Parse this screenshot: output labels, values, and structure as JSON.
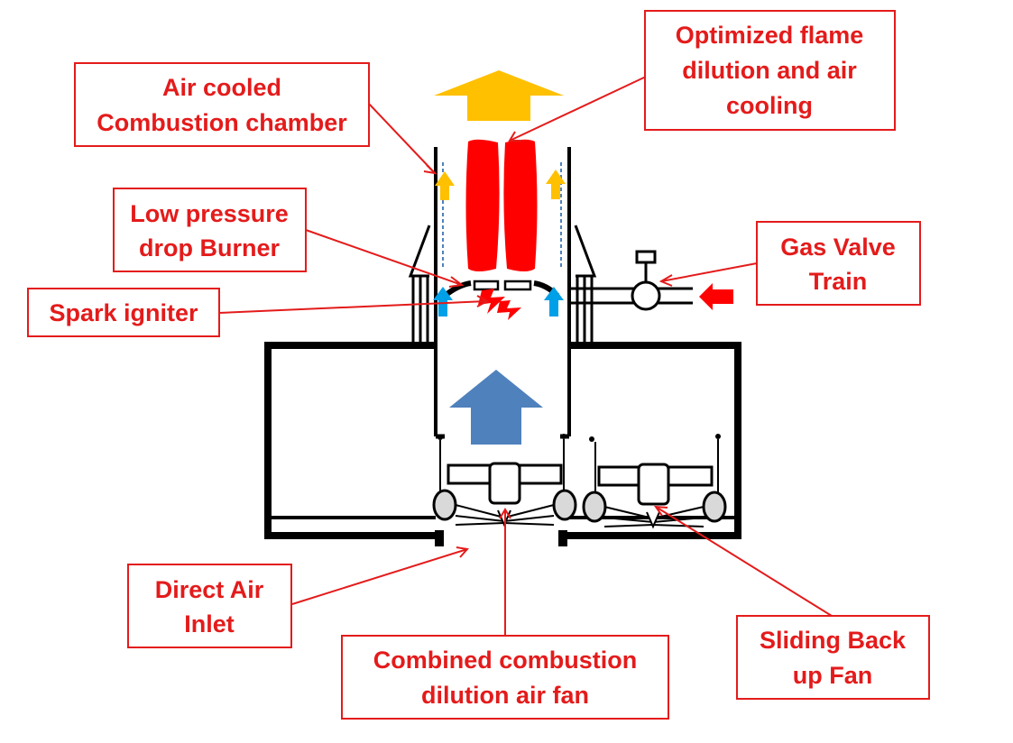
{
  "colors": {
    "label_text": "#e41b1b",
    "label_border": "#e41b1b",
    "leader_line": "#e41b1b",
    "structure": "#000000",
    "flame": "#ff0000",
    "exhaust_arrow": "#ffc000",
    "air_arrow": "#00a0e8",
    "main_air_arrow": "#4f81bd",
    "gas_arrow": "#ff0000",
    "fan_body": "#d9d9d9"
  },
  "labels": {
    "air_cooled": [
      "Air cooled",
      "Combustion chamber"
    ],
    "optimized": [
      "Optimized flame",
      "dilution and air",
      "cooling"
    ],
    "low_pressure": [
      "Low pressure",
      "drop Burner"
    ],
    "gas_valve": [
      "Gas Valve",
      "Train"
    ],
    "spark": [
      "Spark igniter"
    ],
    "direct_air": [
      "Direct Air",
      "Inlet"
    ],
    "combined_fan": [
      "Combined combustion",
      "dilution air fan"
    ],
    "sliding_fan": [
      "Sliding Back",
      "up Fan"
    ]
  }
}
